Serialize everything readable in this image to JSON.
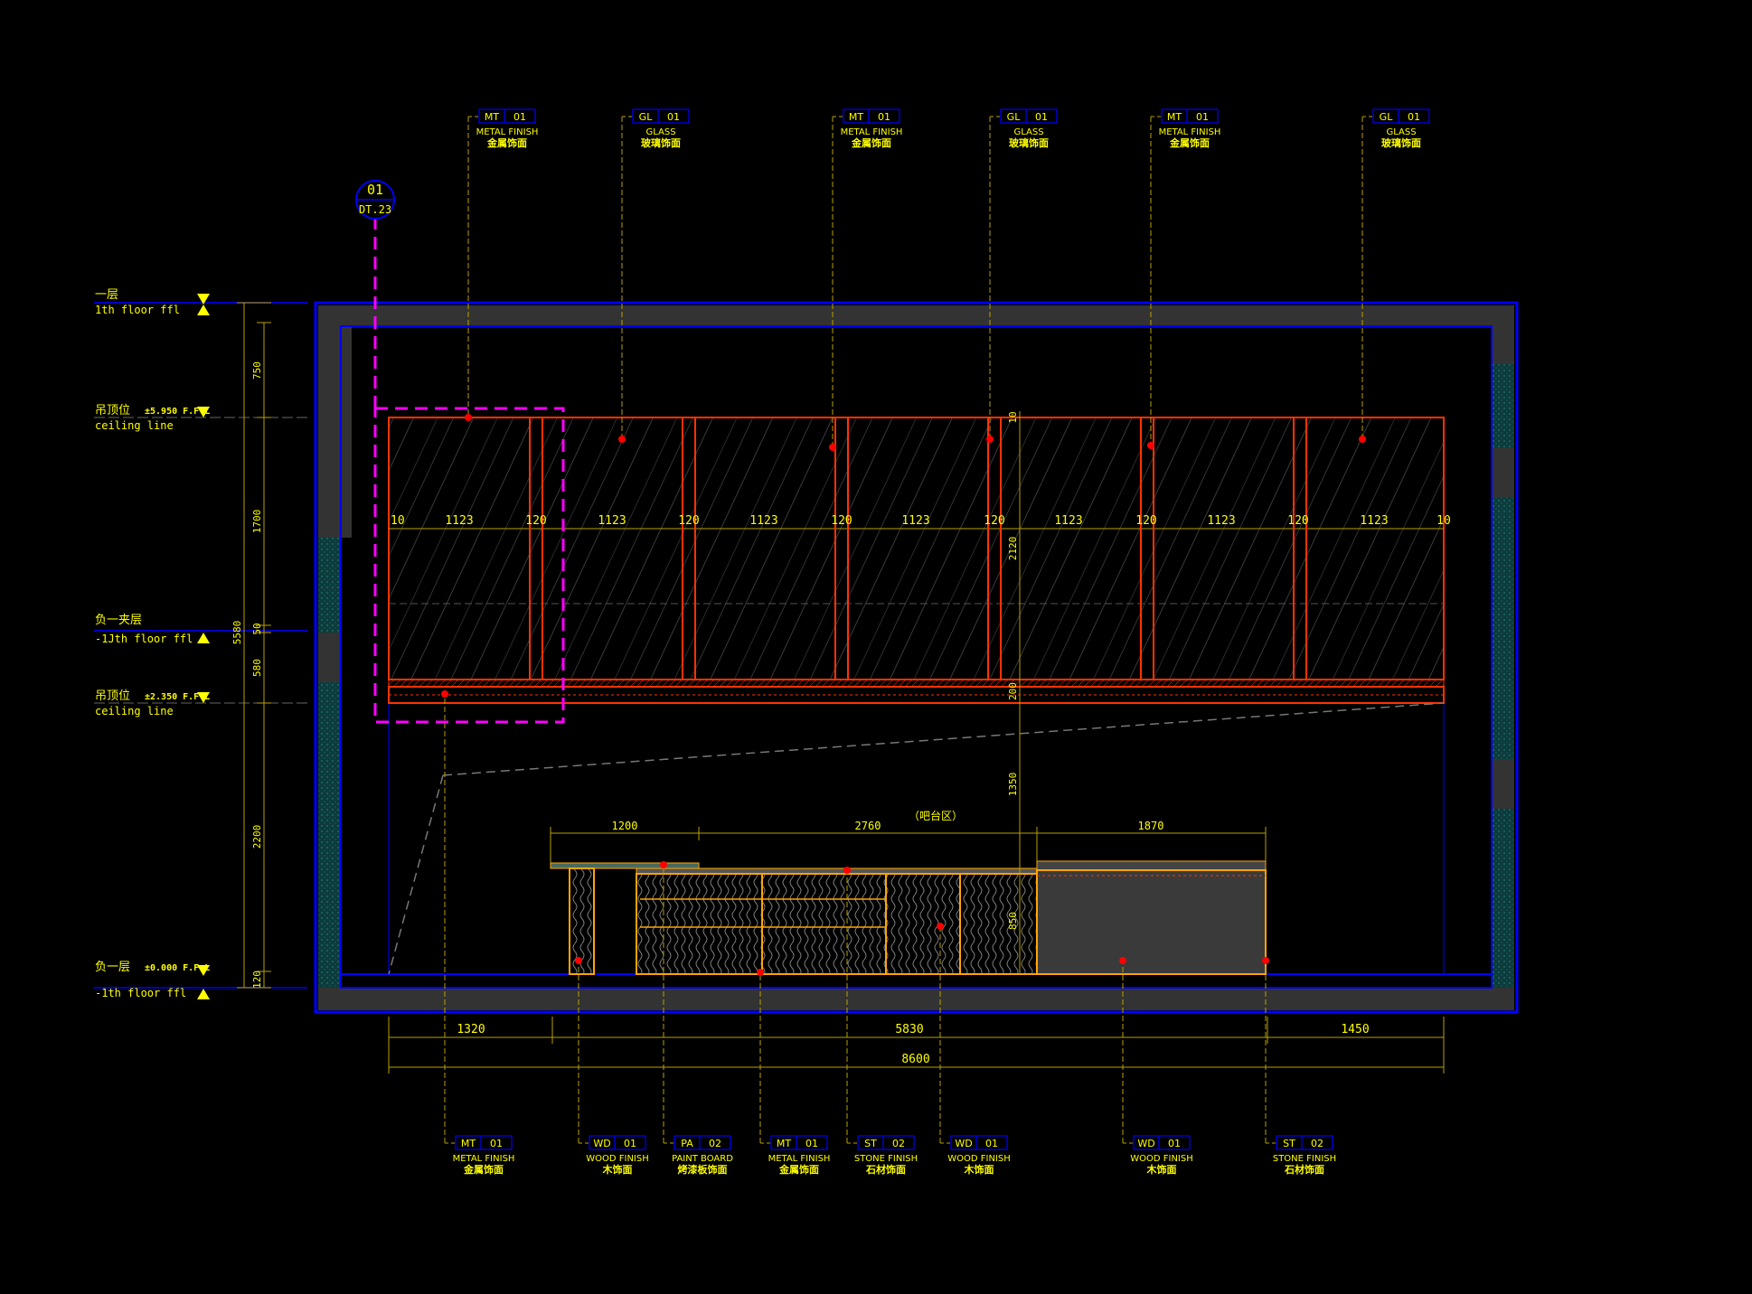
{
  "callout_marker": {
    "number": "01",
    "sheet": "DT.23"
  },
  "levels": [
    {
      "cn": "一层",
      "en": "1th floor ffl",
      "elev": ""
    },
    {
      "cn": "吊顶位",
      "en": "ceiling line",
      "elev": "±5.950 F.F.L"
    },
    {
      "cn": "负一夹层",
      "en": "-1Jth floor ffl",
      "elev": ""
    },
    {
      "cn": "吊顶位",
      "en": "ceiling line",
      "elev": "±2.350 F.F.L"
    },
    {
      "cn": "负一层",
      "en": "-1th floor ffl",
      "elev": "±0.000 F.F.L"
    }
  ],
  "vertical_dims": {
    "total": "5580",
    "segments": [
      "750",
      "1700",
      "50",
      "580",
      "2200",
      "120"
    ]
  },
  "inner_dims": {
    "d10": "10",
    "d2120": "2120",
    "d200": "200",
    "d1350": "1350",
    "d850": "850"
  },
  "panel_dims": [
    "10",
    "1123",
    "120",
    "1123",
    "120",
    "1123",
    "120",
    "1123",
    "120",
    "1123",
    "120",
    "1123",
    "120",
    "1123",
    "10"
  ],
  "counter": {
    "label": "（吧台区）",
    "dims": [
      "1200",
      "2760",
      "1870"
    ]
  },
  "bottom_dims": {
    "row1": [
      "1320",
      "5830",
      "1450"
    ],
    "total": "8600"
  },
  "top_tags": [
    {
      "code": "MT",
      "num": "01",
      "en": "METAL FINISH",
      "cn": "金属饰面"
    },
    {
      "code": "GL",
      "num": "01",
      "en": "GLASS",
      "cn": "玻璃饰面"
    },
    {
      "code": "MT",
      "num": "01",
      "en": "METAL FINISH",
      "cn": "金属饰面"
    },
    {
      "code": "GL",
      "num": "01",
      "en": "GLASS",
      "cn": "玻璃饰面"
    },
    {
      "code": "MT",
      "num": "01",
      "en": "METAL FINISH",
      "cn": "金属饰面"
    },
    {
      "code": "GL",
      "num": "01",
      "en": "GLASS",
      "cn": "玻璃饰面"
    }
  ],
  "bottom_tags": [
    {
      "code": "MT",
      "num": "01",
      "en": "METAL FINISH",
      "cn": "金属饰面"
    },
    {
      "code": "WD",
      "num": "01",
      "en": "WOOD FINISH",
      "cn": "木饰面"
    },
    {
      "code": "PA",
      "num": "02",
      "en": "PAINT BOARD",
      "cn": "烤漆板饰面"
    },
    {
      "code": "MT",
      "num": "01",
      "en": "METAL FINISH",
      "cn": "金属饰面"
    },
    {
      "code": "ST",
      "num": "02",
      "en": "STONE FINISH",
      "cn": "石材饰面"
    },
    {
      "code": "WD",
      "num": "01",
      "en": "WOOD FINISH",
      "cn": "木饰面"
    },
    {
      "code": "WD",
      "num": "01",
      "en": "WOOD FINISH",
      "cn": "木饰面"
    },
    {
      "code": "ST",
      "num": "02",
      "en": "STONE FINISH",
      "cn": "石材饰面"
    }
  ],
  "colors": {
    "background": "#000000",
    "text": "#ffff00",
    "wall": "#0000ff",
    "panel": "#ff3300",
    "callout": "#ff00ff",
    "counter": "#ffa500",
    "dim": "#b8a000"
  }
}
